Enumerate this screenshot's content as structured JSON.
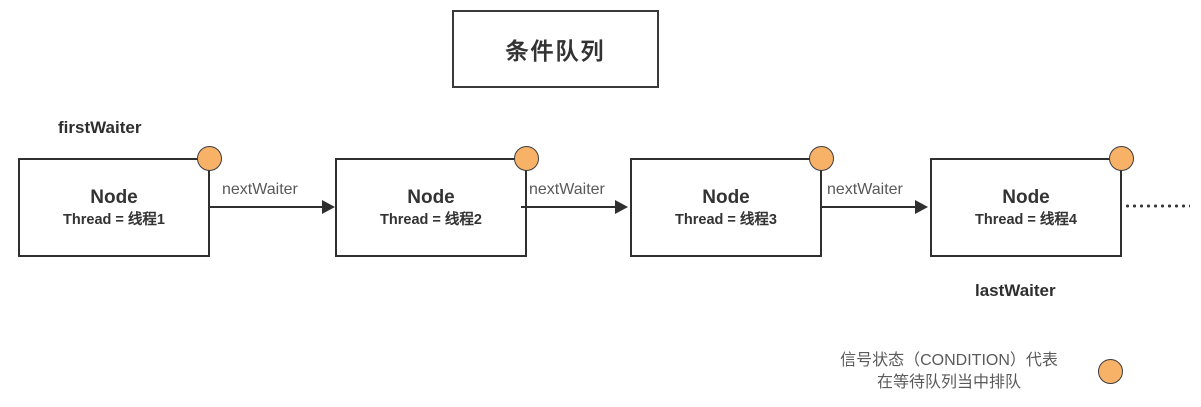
{
  "diagram": {
    "title": "条件队列",
    "colors": {
      "marker_fill": "#f7b267",
      "marker_stroke": "#3d3d3d",
      "box_stroke": "#2f2f2f",
      "label_text": "#595959",
      "body_text": "#333333"
    },
    "nodes": [
      {
        "title": "Node",
        "thread": "Thread = 线程1",
        "marker": "condition-state-dot"
      },
      {
        "title": "Node",
        "thread": "Thread = 线程2",
        "marker": "condition-state-dot"
      },
      {
        "title": "Node",
        "thread": "Thread = 线程3",
        "marker": "condition-state-dot"
      },
      {
        "title": "Node",
        "thread": "Thread = 线程4",
        "marker": "condition-state-dot"
      }
    ],
    "arrows": [
      {
        "label": "nextWaiter"
      },
      {
        "label": "nextWaiter"
      },
      {
        "label": "nextWaiter"
      }
    ],
    "pointers": {
      "first": "firstWaiter",
      "last": "lastWaiter"
    },
    "continuation": "…………",
    "legend": {
      "line1": "信号状态（CONDITION）代表",
      "line2": "在等待队列当中排队",
      "marker": "condition-state-dot"
    }
  }
}
